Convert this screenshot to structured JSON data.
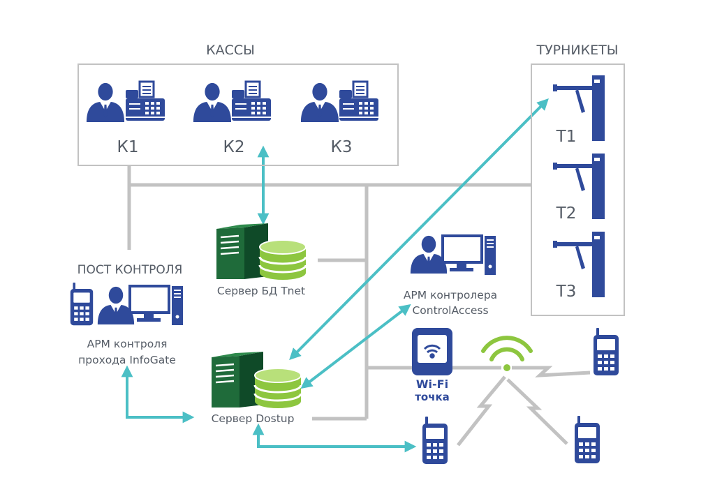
{
  "groups": {
    "cashiers_title": "КАССЫ",
    "turnstiles_title": "ТУРНИКЕТЫ",
    "control_post_title": "ПОСТ КОНТРОЛЯ"
  },
  "cashiers": [
    {
      "label": "К1"
    },
    {
      "label": "К2"
    },
    {
      "label": "К3"
    }
  ],
  "turnstiles": [
    {
      "label": "Т1"
    },
    {
      "label": "Т2"
    },
    {
      "label": "Т3"
    }
  ],
  "nodes": {
    "db_server": "Сервер БД Tnet",
    "dostup_server": "Сервер Dostup",
    "controller_ws_line1": "АРМ контролера",
    "controller_ws_line2": "ControlAccess",
    "infogate_ws_line1": "АРМ контроля",
    "infogate_ws_line2": "прохода InfoGate",
    "wifi_line1": "Wi-Fi",
    "wifi_line2": "точка"
  },
  "colors": {
    "icon_blue": "#2f4a9b",
    "server_green": "#1f6b3a",
    "db_green": "#8dc63f",
    "arrow_teal": "#4bbfc5",
    "network_gray": "#c2c2c2",
    "wifi_green": "#8dc63f",
    "label_gray": "#555c66"
  }
}
